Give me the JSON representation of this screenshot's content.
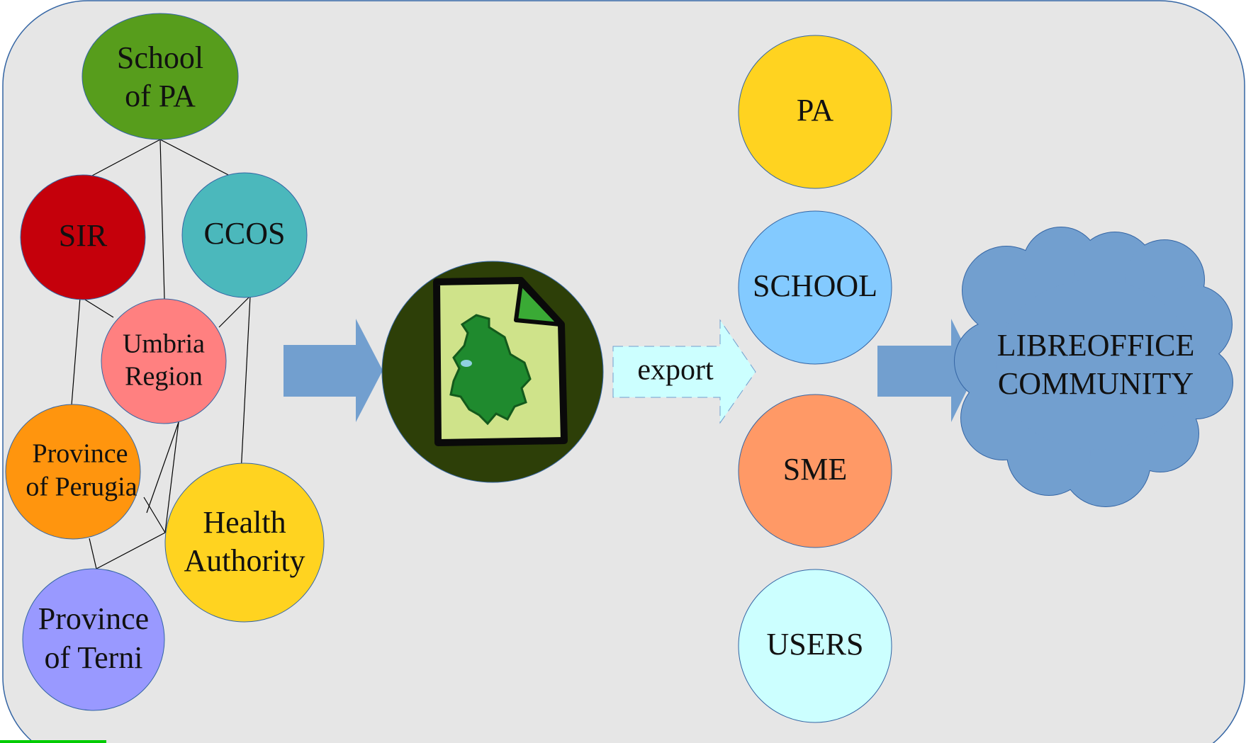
{
  "nodes": {
    "school_of_pa": {
      "lines": [
        "School",
        "of PA"
      ],
      "color": "#579d1c"
    },
    "sir": {
      "lines": [
        "SIR"
      ],
      "color": "#c5000b"
    },
    "ccos": {
      "lines": [
        "CCOS"
      ],
      "color": "#4bb8bc"
    },
    "umbria_region": {
      "lines": [
        "Umbria",
        "Region"
      ],
      "color": "#ff8080"
    },
    "province_perugia": {
      "lines": [
        "Province",
        "of Perugia"
      ],
      "color": "#ff950e"
    },
    "health_authority": {
      "lines": [
        "Health",
        "Authority"
      ],
      "color": "#ffd320"
    },
    "province_terni": {
      "lines": [
        "Province",
        "of Terni"
      ],
      "color": "#9999ff"
    }
  },
  "targets": {
    "pa": {
      "label": "PA",
      "color": "#ffd320"
    },
    "school": {
      "label": "SCHOOL",
      "color": "#83caff"
    },
    "sme": {
      "label": "SME",
      "color": "#ff9966"
    },
    "users": {
      "label": "USERS",
      "color": "#ccffff"
    }
  },
  "export_arrow": {
    "label": "export",
    "color": "#ccffff"
  },
  "community": {
    "lines": [
      "LIBREOFFICE",
      "COMMUNITY"
    ],
    "color": "#729fcf"
  },
  "center_icon": {
    "name": "umbria-map-document-icon",
    "bg": "#2d3f08",
    "paper": "#cfe38a",
    "region": "#1f8a2e",
    "fold": "#3aaa35"
  },
  "colors": {
    "panel": "#e6e6e6",
    "panel_border": "#3465a4",
    "flow_arrow": "#729fcf",
    "accent_bar": "#00cc00"
  }
}
